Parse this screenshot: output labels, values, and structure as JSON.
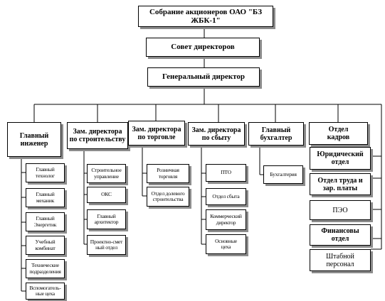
{
  "org": {
    "shareholders": "Собрание акционеров ОАО \"БЗ ЖБК-1\"",
    "board": "Совет директоров",
    "general_director": "Генеральный директор"
  },
  "departments": {
    "chief_engineer": {
      "title": "Главный\nинженер",
      "items": [
        "Главный\nтехнолог",
        "Главный\nмеханик",
        "Главный\nЭнергетик",
        "Учебный\nкомбинат",
        "Технические\nподразделения",
        "Вспомогатель-\nные цеха"
      ]
    },
    "deputy_construction": {
      "title": "Зам. директора\nпо строительству",
      "items": [
        "Строительное\nуправление",
        "ОКС",
        "Главный\nархитектор",
        "Проектно-смет\nный отдел"
      ]
    },
    "deputy_trade": {
      "title": "Зам. директора\nпо торговле",
      "items": [
        "Розничная\nторговля",
        "Отдел долевого\nстроительства"
      ]
    },
    "deputy_sales": {
      "title": "Зам. директора\nпо сбыту",
      "items": [
        "ПТО",
        "Отдел сбыта",
        "Коммерческий\nдиректор",
        "Основные\nцеха"
      ]
    },
    "chief_accountant": {
      "title": "Главный\nбухгалтер",
      "items": [
        "Бухгалтерия"
      ]
    },
    "hr": {
      "title": "Отдел\nкадров",
      "items": [
        "Юридический\nотдел",
        "Отдел труда и\nзар. платы",
        "ПЭО",
        "Финансовы\nотдел",
        "Штабной\nперсонал"
      ]
    }
  }
}
